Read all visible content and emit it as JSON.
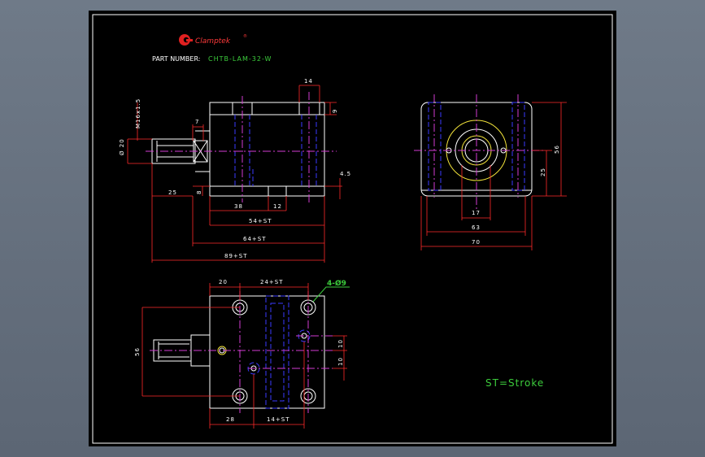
{
  "title_block": {
    "brand": "Clamptek",
    "brand_mark": "®",
    "part_label": "PART NUMBER:",
    "part_number": "CHTB-LAM-32-W"
  },
  "side_view": {
    "thread": "M16x1.5",
    "dia": "Ø 20",
    "d7": "7",
    "d25": "25",
    "d8": "8",
    "d38": "38",
    "d12": "12",
    "d14": "14",
    "d9": "9",
    "d4_5": "4.5",
    "d54": "54+ST",
    "d64": "64+ST",
    "d89": "89+ST"
  },
  "end_view": {
    "d56": "56",
    "d25": "25",
    "d17": "17",
    "d63": "63",
    "d70": "70"
  },
  "top_view": {
    "d20": "20",
    "d24": "24+ST",
    "holes": "4-Ø9",
    "d56": "56",
    "d10a": "10",
    "d10b": "10",
    "d28": "28",
    "d14": "14+ST"
  },
  "legend": {
    "stroke_note": "ST=Stroke"
  }
}
